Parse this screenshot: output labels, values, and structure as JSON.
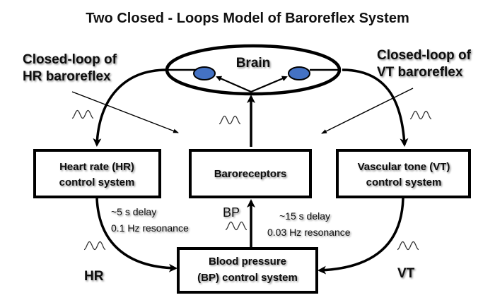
{
  "title": "Two Closed - Loops Model of Baroreflex System",
  "loop_labels": {
    "hr": [
      "Closed-loop of",
      "HR baroreflex"
    ],
    "vt": [
      "Closed-loop of",
      "VT baroreflex"
    ]
  },
  "brain": {
    "label": "Brain",
    "node_color": "#4472C4"
  },
  "boxes": {
    "hr_control": [
      "Heart rate (HR)",
      "control system"
    ],
    "baroreceptors": [
      "Baroreceptors"
    ],
    "vt_control": [
      "Vascular tone (VT)",
      "control system"
    ],
    "bp_control": [
      "Blood pressure",
      "(BP) control system"
    ]
  },
  "annotations": {
    "hr_delay": "~5 s delay",
    "hr_resonance": "0.1 Hz resonance",
    "vt_delay": "~15 s delay",
    "vt_resonance": "0.03 Hz resonance"
  },
  "signal_labels": {
    "bp": "BP",
    "hr": "HR",
    "vt": "VT"
  }
}
